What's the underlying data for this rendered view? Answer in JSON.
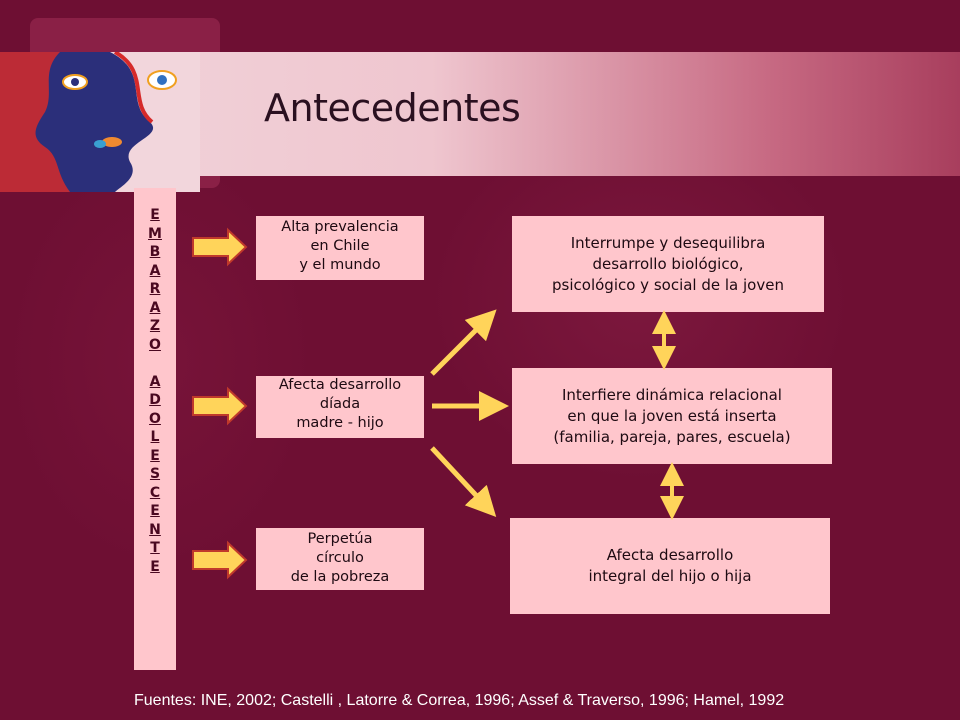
{
  "title": "Antecedentes",
  "vertical_label": "E\nM\nB\nA\nR\nA\nZ\nO\n\nA\nD\nO\nL\nE\nS\nC\nE\nN\nT\nE",
  "left_boxes": [
    {
      "text": "Alta prevalencia\nen Chile\ny el mundo"
    },
    {
      "text": "Afecta desarrollo\ndíada\nmadre - hijo"
    },
    {
      "text": "Perpetúa\ncírculo\nde la pobreza"
    }
  ],
  "right_boxes": [
    {
      "text": "Interrumpe y desequilibra\ndesarrollo biológico,\npsicológico y social de la joven"
    },
    {
      "text": "Interfiere dinámica relacional\nen que la joven está inserta\n(familia, pareja, pares, escuela)"
    },
    {
      "text": "Afecta desarrollo\nintegral del hijo o hija"
    }
  ],
  "sources": "Fuentes: INE, 2002; Castelli , Latorre & Correa, 1996; Assef & Traverso, 1996; Hamel, 1992",
  "colors": {
    "background": "#6e0f33",
    "box_fill": "#ffc6cc",
    "arrow_fill": "#ffd45a",
    "arrow_stroke": "#c0392b",
    "title_text": "#2a1020"
  }
}
